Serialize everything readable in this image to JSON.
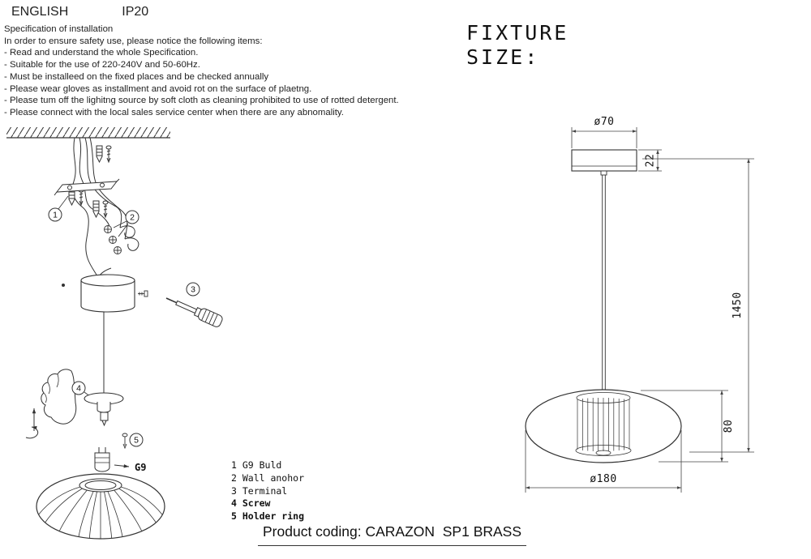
{
  "header": {
    "language": "ENGLISH",
    "ip_rating": "IP20"
  },
  "spec": {
    "title": "Specification of installation",
    "intro": "In order to ensure safety use, please notice the following items:",
    "items": [
      "- Read and understand the whole Specification.",
      "- Suitable for the use of 220-240V and 50-60Hz.",
      "- Must be installeed on the fixed places and be checked annually",
      "- Please wear gloves as installment and avoid rot on the surface of plaetng.",
      "- Please tum off the lighitng source by soft cloth as cleaning prohibited to use of rotted detergent.",
      "- Please connect with the local sales service center when there are any abnomality."
    ]
  },
  "fixture_size": {
    "line1": "FIXTURE",
    "line2": "SIZE:"
  },
  "diagram": {
    "steps": [
      "1",
      "2",
      "3",
      "4",
      "5"
    ],
    "bulb_label": "G9"
  },
  "legend": {
    "items": [
      "1 G9 Buld",
      "2 Wall anohor",
      "3 Terminal",
      "4 Screw",
      "5 Holder ring"
    ]
  },
  "dimensions": {
    "canopy_diameter": "ø70",
    "canopy_height": "22",
    "overall_height": "1450",
    "shade_height": "80",
    "shade_diameter": "ø180"
  },
  "footer": {
    "product_coding": "Product coding: CARAZON  SP1 BRASS"
  }
}
